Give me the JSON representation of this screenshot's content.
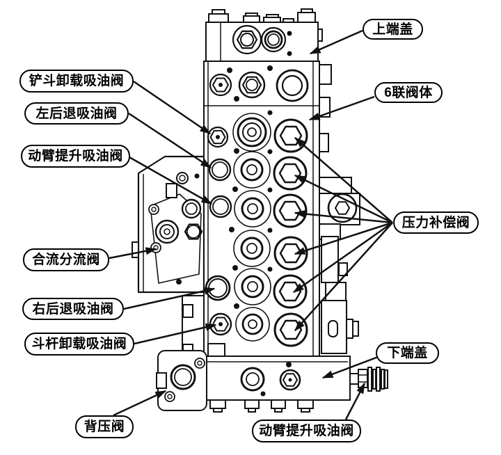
{
  "diagram": {
    "colors": {
      "line": "#111111",
      "background": "#ffffff",
      "label_border": "#000000",
      "label_text": "#000000"
    },
    "labels": {
      "bucket_unload": {
        "text": "铲斗卸载吸油阀"
      },
      "left_reverse": {
        "text": "左后退吸油阀"
      },
      "boom_lift_upper": {
        "text": "动臂提升吸油阀"
      },
      "confluence_divider": {
        "text": "合流分流阀"
      },
      "right_reverse": {
        "text": "右后退吸油阀"
      },
      "arm_unload": {
        "text": "斗杆卸载吸油阀"
      },
      "back_pressure": {
        "text": "背压阀"
      },
      "upper_end_cover": {
        "text": "上端盖"
      },
      "six_way_valve_body": {
        "text": "6联阀体"
      },
      "pressure_compensation": {
        "text": "压力补偿阀"
      },
      "lower_end_cover": {
        "text": "下端盖"
      },
      "boom_lift_lower": {
        "text": "动臂提升吸油阀"
      }
    }
  }
}
